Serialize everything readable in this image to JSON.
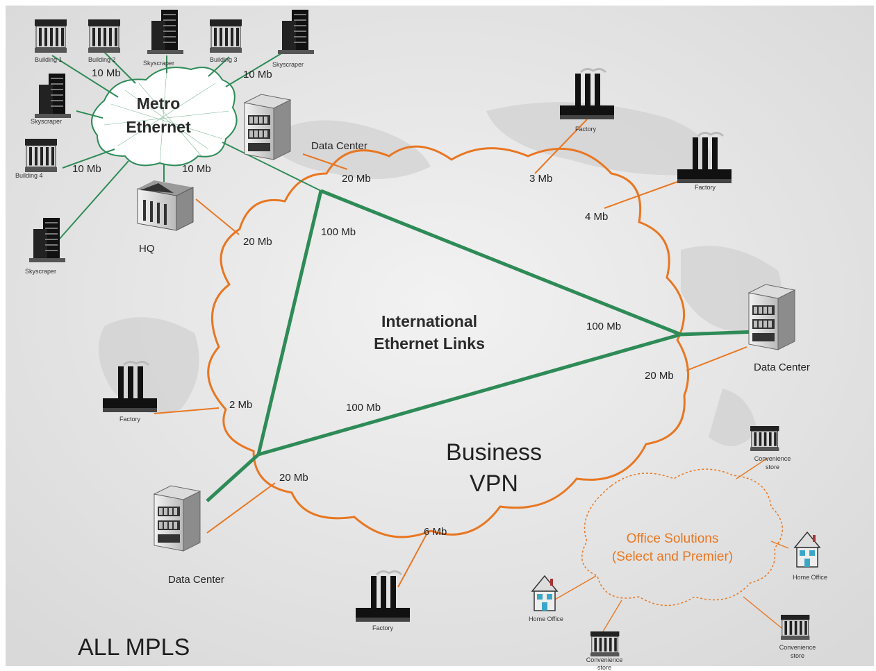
{
  "metro": {
    "title_line1": "Metro",
    "title_line2": "Ethernet",
    "buildings": {
      "b1": "Building 1",
      "b2": "Building 2",
      "b3": "Building 3",
      "b4": "Building 4"
    },
    "skyscraper": "Skyscraper",
    "links": {
      "l1": "10 Mb",
      "l2": "10 Mb",
      "l3": "10 Mb",
      "l4": "10 Mb"
    }
  },
  "core": {
    "title_line1": "International",
    "title_line2": "Ethernet Links",
    "links": {
      "top": "100 Mb",
      "right": "100 Mb",
      "bottom": "100 Mb"
    }
  },
  "vpn": {
    "title_line1": "Business",
    "title_line2": "VPN",
    "links": {
      "dc_top": "20 Mb",
      "hq": "20 Mb",
      "factory_top": "3 Mb",
      "factory_right": "4 Mb",
      "dc_right": "20 Mb",
      "factory_left": "2 Mb",
      "dc_bottom": "20 Mb",
      "factory_bottom": "6 Mb"
    }
  },
  "sites": {
    "dc_top": "Data Center",
    "dc_right": "Data Center",
    "dc_bottom": "Data Center",
    "hq": "HQ",
    "factory": "Factory"
  },
  "office": {
    "title_line1": "Office Solutions",
    "title_line2": "(Select and Premier)",
    "home_office": "Home Office",
    "store_line1": "Convenience",
    "store_line2": "store"
  },
  "footer": {
    "title": "ALL MPLS"
  },
  "colors": {
    "orange": "#e87722",
    "green": "#2e8b57",
    "background": "#e9e9e9"
  }
}
